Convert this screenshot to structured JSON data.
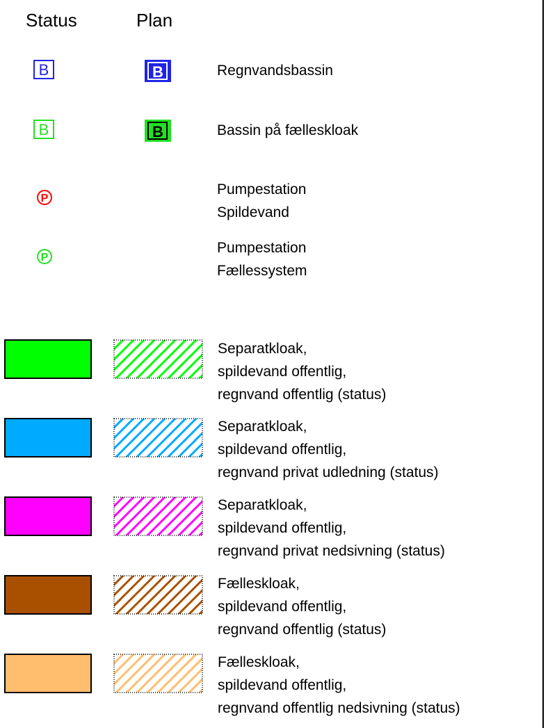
{
  "headers": {
    "status": "Status",
    "plan": "Plan"
  },
  "symbols": [
    {
      "kind": "bassin",
      "color": "#1f24e6",
      "lines": [
        "Regnvandsbassin"
      ]
    },
    {
      "kind": "bassin",
      "color": "#22e022",
      "lines": [
        "Bassin på fælleskloak"
      ]
    },
    {
      "kind": "pump",
      "color": "#ff0000",
      "lines": [
        "Pumpestation",
        "Spildevand"
      ]
    },
    {
      "kind": "pump",
      "color": "#22e022",
      "lines": [
        "Pumpestation",
        "Fællessystem"
      ]
    }
  ],
  "symbol_letters": {
    "bassin": "B",
    "pump": "P"
  },
  "areas": [
    {
      "color": "#00ff00",
      "lines": [
        "Separatkloak,",
        "spildevand offentlig,",
        "regnvand offentlig (status)"
      ]
    },
    {
      "color": "#00aaff",
      "lines": [
        "Separatkloak,",
        "spildevand offentlig,",
        "regnvand privat udledning (status)"
      ]
    },
    {
      "color": "#ff00ff",
      "lines": [
        "Separatkloak,",
        "spildevand offentlig,",
        "regnvand privat nedsivning (status)"
      ]
    },
    {
      "color": "#a85000",
      "lines": [
        "Fælleskloak,",
        "spildevand offentlig,",
        "regnvand offentlig (status)"
      ]
    },
    {
      "color": "#ffbe6e",
      "lines": [
        "Fælleskloak,",
        "spildevand offentlig,",
        "regnvand offentlig nedsivning (status)"
      ]
    }
  ]
}
